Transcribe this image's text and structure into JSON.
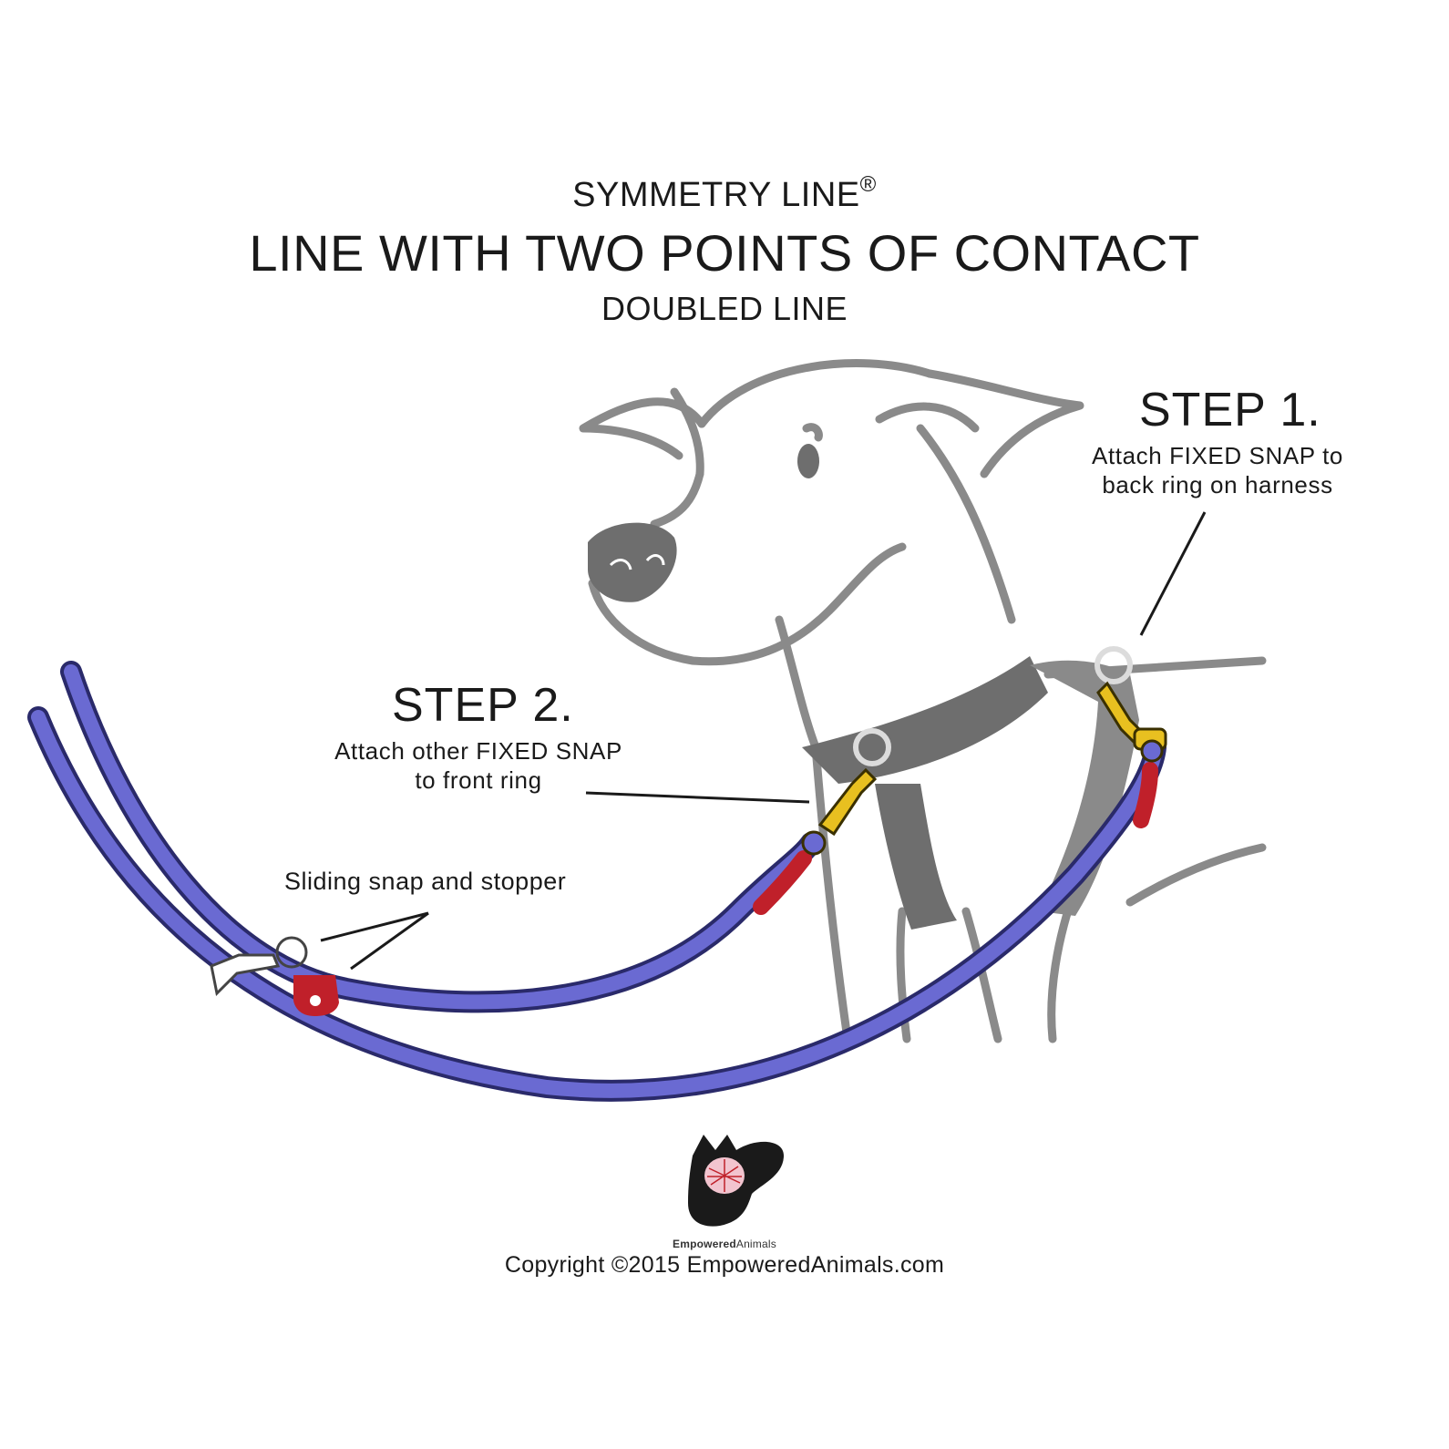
{
  "header": {
    "brand": "SYMMETRY LINE",
    "brand_mark": "®",
    "title": "LINE WITH TWO POINTS OF CONTACT",
    "subtitle": "DOUBLED LINE"
  },
  "steps": [
    {
      "heading": "STEP 1.",
      "line1": "Attach FIXED SNAP to",
      "line2": "back ring on harness"
    },
    {
      "heading": "STEP 2.",
      "line1": "Attach other FIXED SNAP",
      "line2": "to front ring"
    }
  ],
  "callout_sliding": "Sliding snap and stopper",
  "footer": {
    "logo_word_bold": "Empowered",
    "logo_word_light": "Animals",
    "copyright": "Copyright ©2015 EmpoweredAnimals.com"
  },
  "colors": {
    "leash": "#6a6ad2",
    "leash_outline": "#2a2a6a",
    "stopper": "#c0202a",
    "snap_gold": "#e8c020",
    "dog_outline": "#8a8a8a",
    "harness": "#6e6e6e"
  },
  "icons": [
    "dog-illustration",
    "leash-line",
    "snap-hook-icon",
    "ring-icon",
    "stopper-icon",
    "empowered-animals-logo"
  ]
}
